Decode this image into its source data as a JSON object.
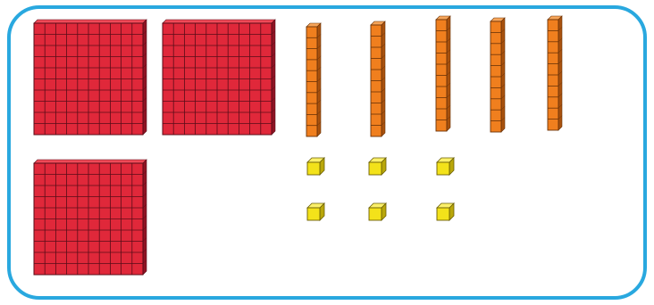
{
  "colors": {
    "frame": "#29a8df",
    "background": "#ffffff",
    "hundred_face": "#e0283a",
    "hundred_top": "#f04a58",
    "hundred_side": "#8e1424",
    "hundred_grid": "#5a0c18",
    "ten_face": "#f07f1e",
    "ten_top": "#f6a55a",
    "ten_side": "#a9520e",
    "ten_grid": "#6a3207",
    "one_face": "#f3e21a",
    "one_top": "#fbf06a",
    "one_side": "#b9a70a",
    "one_edge": "#6b5f05"
  },
  "blocks": {
    "hundreds": {
      "count": 3,
      "rows": 10,
      "cols": 10
    },
    "tens": {
      "count": 5,
      "units_per_rod": 10
    },
    "ones": {
      "count": 6
    }
  }
}
